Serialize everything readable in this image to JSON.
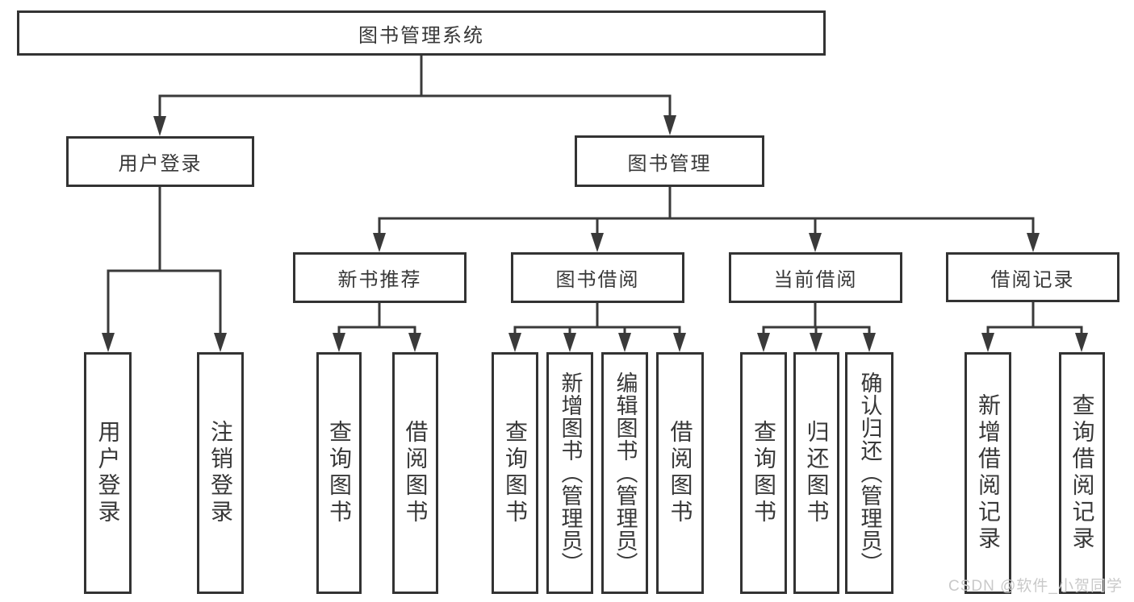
{
  "diagram_title": "图书管理系统",
  "watermark": "CSDN @软件_小贺同学",
  "colors": {
    "line": "#3a3a3a",
    "box_border": "#333333",
    "box_background": "#ffffff",
    "text": "#383838",
    "watermark_text": "#c9c9c9"
  },
  "nodes": {
    "root": {
      "label": "图书管理系统"
    },
    "user_login": {
      "label": "用户登录"
    },
    "book_mgmt": {
      "label": "图书管理"
    },
    "new_book_rec": {
      "label": "新书推荐"
    },
    "book_borrow": {
      "label": "图书借阅"
    },
    "current_borrow": {
      "label": "当前借阅"
    },
    "borrow_record": {
      "label": "借阅记录"
    },
    "leaves": {
      "login": {
        "label": "用户登录",
        "parent": "用户登录"
      },
      "logout": {
        "label": "注销登录",
        "parent": "用户登录"
      },
      "rec_query": {
        "label": "查询图书",
        "parent": "新书推荐"
      },
      "rec_borrow": {
        "label": "借阅图书",
        "parent": "新书推荐"
      },
      "bb_query": {
        "label": "查询图书",
        "parent": "图书借阅"
      },
      "bb_add": {
        "label": "新增图书（管理员）",
        "parent": "图书借阅"
      },
      "bb_edit": {
        "label": "编辑图书（管理员）",
        "parent": "图书借阅"
      },
      "bb_borrow": {
        "label": "借阅图书",
        "parent": "图书借阅"
      },
      "cb_query": {
        "label": "查询图书",
        "parent": "当前借阅"
      },
      "cb_return": {
        "label": "归还图书",
        "parent": "当前借阅"
      },
      "cb_confirm": {
        "label": "确认归还（管理员）",
        "parent": "当前借阅"
      },
      "br_add": {
        "label": "新增借阅记录",
        "parent": "借阅记录"
      },
      "br_query": {
        "label": "查询借阅记录",
        "parent": "借阅记录"
      }
    }
  }
}
